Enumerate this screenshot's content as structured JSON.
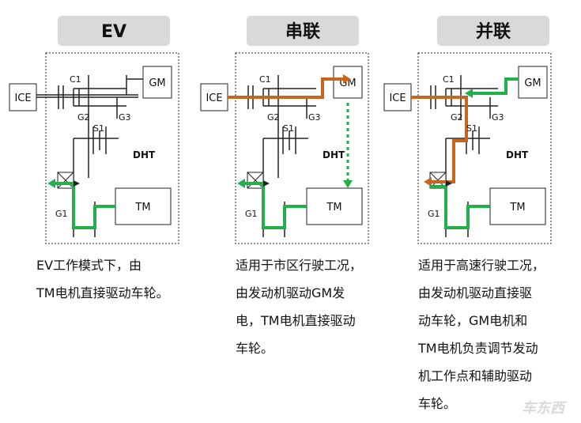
{
  "panels": [
    {
      "tab": "EV",
      "labels": {
        "ice": "ICE",
        "gm": "GM",
        "tm": "TM",
        "dht": "DHT",
        "c1": "C1",
        "g2": "G2",
        "g3": "G3",
        "s1": "S1",
        "g1": "G1"
      },
      "desc": [
        "EV工作模式下，由",
        "TM电机直接驱动车轮。"
      ]
    },
    {
      "tab": "串联",
      "labels": {
        "ice": "ICE",
        "gm": "GM",
        "tm": "TM",
        "dht": "DHT",
        "c1": "C1",
        "g2": "G2",
        "g3": "G3",
        "s1": "S1",
        "g1": "G1"
      },
      "desc": [
        "适用于市区行驶工况，",
        "由发动机驱动GM发",
        "电，TM电机直接驱动",
        "车轮。"
      ]
    },
    {
      "tab": "并联",
      "labels": {
        "ice": "ICE",
        "gm": "GM",
        "tm": "TM",
        "dht": "DHT",
        "c1": "C1",
        "g2": "G2",
        "g3": "G3",
        "s1": "S1",
        "g1": "G1"
      },
      "desc": [
        "适用于高速行驶工况，",
        "由发动机驱动直接驱",
        "动车轮，GM电机和",
        "TM电机负责调节发动",
        "机工作点和辅助驱动",
        "车轮。"
      ]
    }
  ],
  "watermark": "车东西",
  "colors": {
    "green": "#22b04b",
    "orange": "#c8651e",
    "tab_bg": "#d9d9d9",
    "line": "#222222"
  }
}
